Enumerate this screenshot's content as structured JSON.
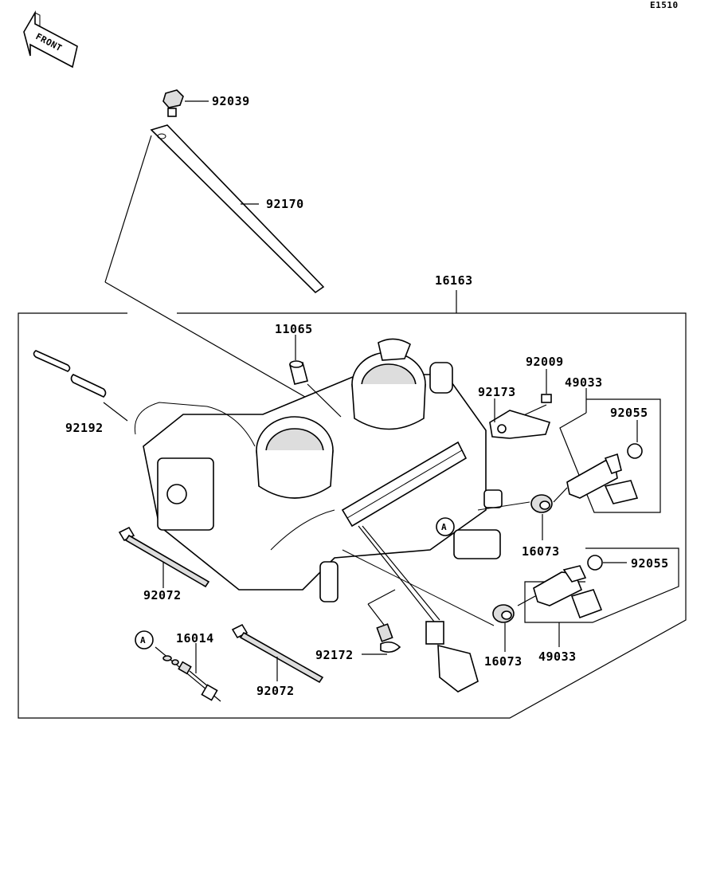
{
  "diagram_id": "E1510",
  "front_label": "FRONT",
  "callout_letter": "A",
  "part_labels": {
    "p92039": "92039",
    "p92170": "92170",
    "p16163": "16163",
    "p11065": "11065",
    "p92192": "92192",
    "p92009": "92009",
    "p92173": "92173",
    "p49033_top": "49033",
    "p92055_top": "92055",
    "p16073_top": "16073",
    "p92055_mid": "92055",
    "p92072_left": "92072",
    "p16014": "16014",
    "p92172": "92172",
    "p16073_bottom": "16073",
    "p49033_bottom": "49033",
    "p92072_bottom": "92072"
  }
}
